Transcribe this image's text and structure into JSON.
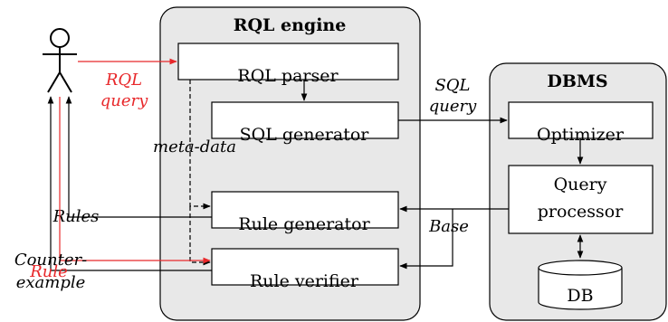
{
  "engine": {
    "title": "RQL engine"
  },
  "dbms": {
    "title": "DBMS"
  },
  "boxes": {
    "rql_parser": "RQL parser",
    "sql_generator": "SQL generator",
    "rule_generator": "Rule generator",
    "rule_verifier": "Rule verifier",
    "optimizer": "Optimizer",
    "query_processor_1": "Query",
    "query_processor_2": "processor",
    "db": "DB"
  },
  "labels": {
    "rql_query_1": "RQL",
    "rql_query_2": "query",
    "sql_query_1": "SQL",
    "sql_query_2": "query",
    "meta_data": "meta-data",
    "rules": "Rules",
    "base": "Base",
    "counter_1": "Counter-",
    "counter_2": "example",
    "rule": "Rule"
  },
  "colors": {
    "accent": "#e8282b",
    "panel": "#e8e8e8"
  }
}
